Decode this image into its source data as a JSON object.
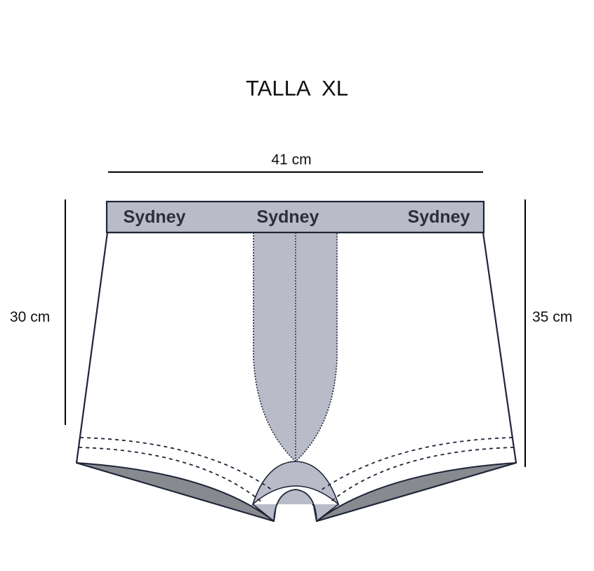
{
  "title": "TALLA  XL",
  "dimensions": {
    "width": "41 cm",
    "side_height": "30 cm",
    "total_height": "35 cm"
  },
  "waistband": {
    "brand_labels": [
      "Sydney",
      "Sydney",
      "Sydney"
    ]
  },
  "colors": {
    "outline": "#1f2538",
    "waistband_fill": "#b9bcc8",
    "pouch_fill": "#b9bcc8",
    "leg_opening_fill": "#888a90",
    "body_fill": "#ffffff",
    "dimension_line": "#000000"
  }
}
